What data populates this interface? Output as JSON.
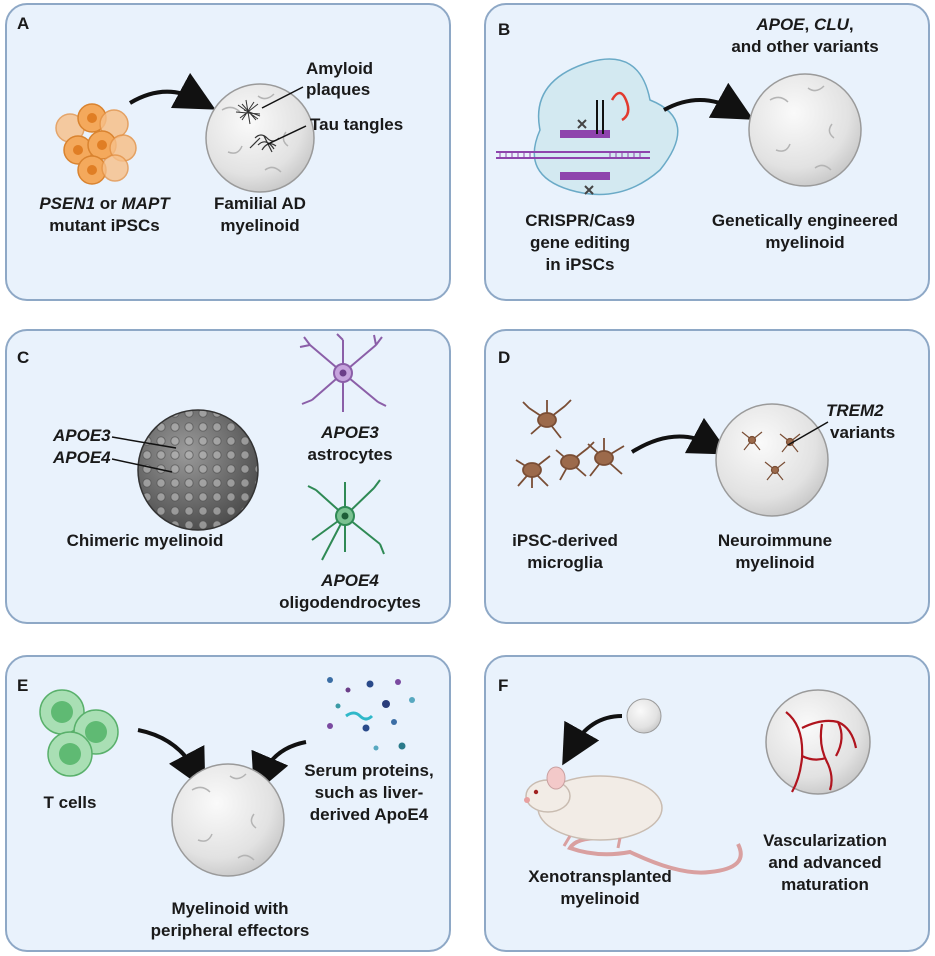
{
  "panels": [
    {
      "letter": "A",
      "line1_pre": "",
      "line1_i1": "PSEN1",
      "line1_mid": " or ",
      "line1_i2": "MAPT",
      "line2": "mutant iPSCs",
      "result1": "Familial AD",
      "result2": "myelinoid",
      "ann1a": "Amyloid",
      "ann1b": "plaques",
      "ann2": "Tau tangles"
    },
    {
      "letter": "B",
      "top_i1": "APOE",
      "top_sep": ", ",
      "top_i2": "CLU",
      "top_end": ",",
      "top2": "and other variants",
      "left1": "CRISPR/Cas9",
      "left2": "gene editing",
      "left3": "in iPSCs",
      "right1": "Genetically engineered",
      "right2": "myelinoid"
    },
    {
      "letter": "C",
      "lab1": "APOE3",
      "lab2": "APOE4",
      "sphere": "Chimeric myelinoid",
      "astro_i": "APOE3",
      "astro": "astrocytes",
      "oligo_i": "APOE4",
      "oligo": "oligodendrocytes"
    },
    {
      "letter": "D",
      "left1": "iPSC-derived",
      "left2": "microglia",
      "ann_i": "TREM2",
      "ann2": "variants",
      "right1": "Neuroimmune",
      "right2": "myelinoid"
    },
    {
      "letter": "E",
      "tcells": "T cells",
      "serum1": "Serum proteins,",
      "serum2": "such as liver-",
      "serum3": "derived ApoE4",
      "res1": "Myelinoid with",
      "res2": "peripheral effectors"
    },
    {
      "letter": "F",
      "left1": "Xenotransplanted",
      "left2": "myelinoid",
      "right1": "Vascularization",
      "right2": "and advanced",
      "right3": "maturation"
    }
  ],
  "colors": {
    "panel_bg": "#e9f2fc",
    "panel_border": "#8ea8c6",
    "ipsc": "#f4a95c",
    "astro": "#8b5fa8",
    "oligo": "#2f8a55",
    "microglia": "#7a4e35",
    "tcell": "#7dcf8e",
    "vessel": "#b0141e"
  }
}
